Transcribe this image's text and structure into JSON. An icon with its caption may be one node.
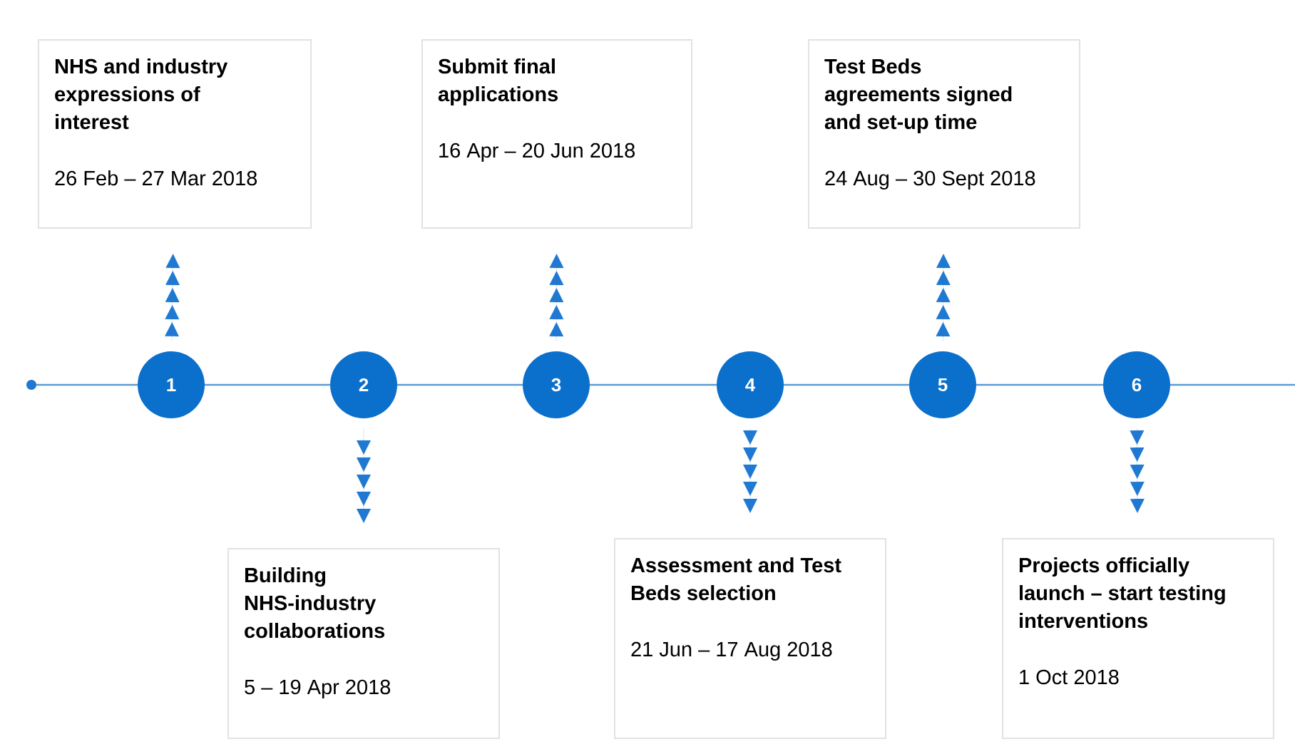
{
  "diagram": {
    "nodes": [
      {
        "text": [
          "NHS and industry expressions of interest",
          "26 Feb – 27 Mar 2018"
        ]
      },
      {
        "text": [
          "Building NHS-industry collaborations",
          "5 – 19 Apr 2018"
        ]
      },
      {
        "text": [
          "Submit final applications",
          "16 Apr – 20 Jun 2018"
        ]
      },
      {
        "text": [
          "Assessment and Test Beds selection",
          "21 Jun – 17 Aug 2018"
        ]
      },
      {
        "text": [
          "Test Beds agreements signed and set-up time",
          "24 Aug – 30 Sept 2018"
        ]
      },
      {
        "text": [
          "Projects officially launch – start testing interventions",
          "1 Oct 2018"
        ]
      },
      {
        "text": [],
        "shape": "circle"
      },
      {
        "text": [
          "1"
        ]
      },
      {
        "text": [
          "2"
        ]
      },
      {
        "text": [
          "3"
        ]
      },
      {
        "text": [
          "4"
        ]
      },
      {
        "text": [
          "5"
        ]
      },
      {
        "text": [
          "6"
        ]
      }
    ],
    "edges": [
      {
        "from": 6,
        "to": 7,
        "arrow": "none"
      },
      {
        "from": 7,
        "to": 8,
        "arrow": "none"
      },
      {
        "from": 8,
        "to": 9,
        "arrow": "none"
      },
      {
        "from": 9,
        "to": 10,
        "arrow": "none"
      },
      {
        "from": 10,
        "to": 11,
        "arrow": "none"
      },
      {
        "from": 11,
        "to": 12,
        "arrow": "none"
      },
      {
        "from": 12,
        "to": null,
        "arrow": "none"
      },
      {
        "from": 7,
        "to": 0,
        "arrow": "to"
      },
      {
        "from": 8,
        "to": 1,
        "arrow": "to"
      },
      {
        "from": 9,
        "to": 2,
        "arrow": "to"
      },
      {
        "from": 10,
        "to": 3,
        "arrow": "to"
      },
      {
        "from": 11,
        "to": 4,
        "arrow": "to"
      },
      {
        "from": 12,
        "to": 5,
        "arrow": "to"
      }
    ]
  }
}
